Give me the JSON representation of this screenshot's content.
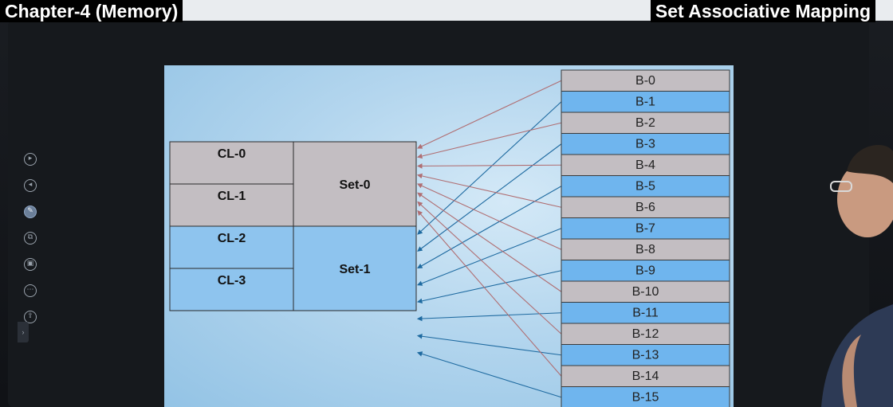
{
  "header": {
    "left_title": "Chapter-4 (Memory)",
    "right_title": "Set Associative Mapping"
  },
  "toolbar": {
    "items": [
      "play-icon",
      "back-icon",
      "pen-icon",
      "copy-icon",
      "image-icon",
      "more-icon",
      "share-icon"
    ]
  },
  "cache": {
    "lines": [
      {
        "label": "CL-0",
        "set": 0
      },
      {
        "label": "CL-1",
        "set": 0
      },
      {
        "label": "CL-2",
        "set": 1
      },
      {
        "label": "CL-3",
        "set": 1
      }
    ],
    "sets": [
      {
        "label": "Set-0",
        "color": "#c3bec2"
      },
      {
        "label": "Set-1",
        "color": "#8ec4ee"
      }
    ]
  },
  "memory": {
    "blocks": [
      "B-0",
      "B-1",
      "B-2",
      "B-3",
      "B-4",
      "B-5",
      "B-6",
      "B-7",
      "B-8",
      "B-9",
      "B-10",
      "B-11",
      "B-12",
      "B-13",
      "B-14",
      "B-15"
    ],
    "even_color": "#c3bec2",
    "odd_color": "#6fb5ee",
    "even_arrow_color": "#b06e72",
    "odd_arrow_color": "#1e6aa0"
  }
}
